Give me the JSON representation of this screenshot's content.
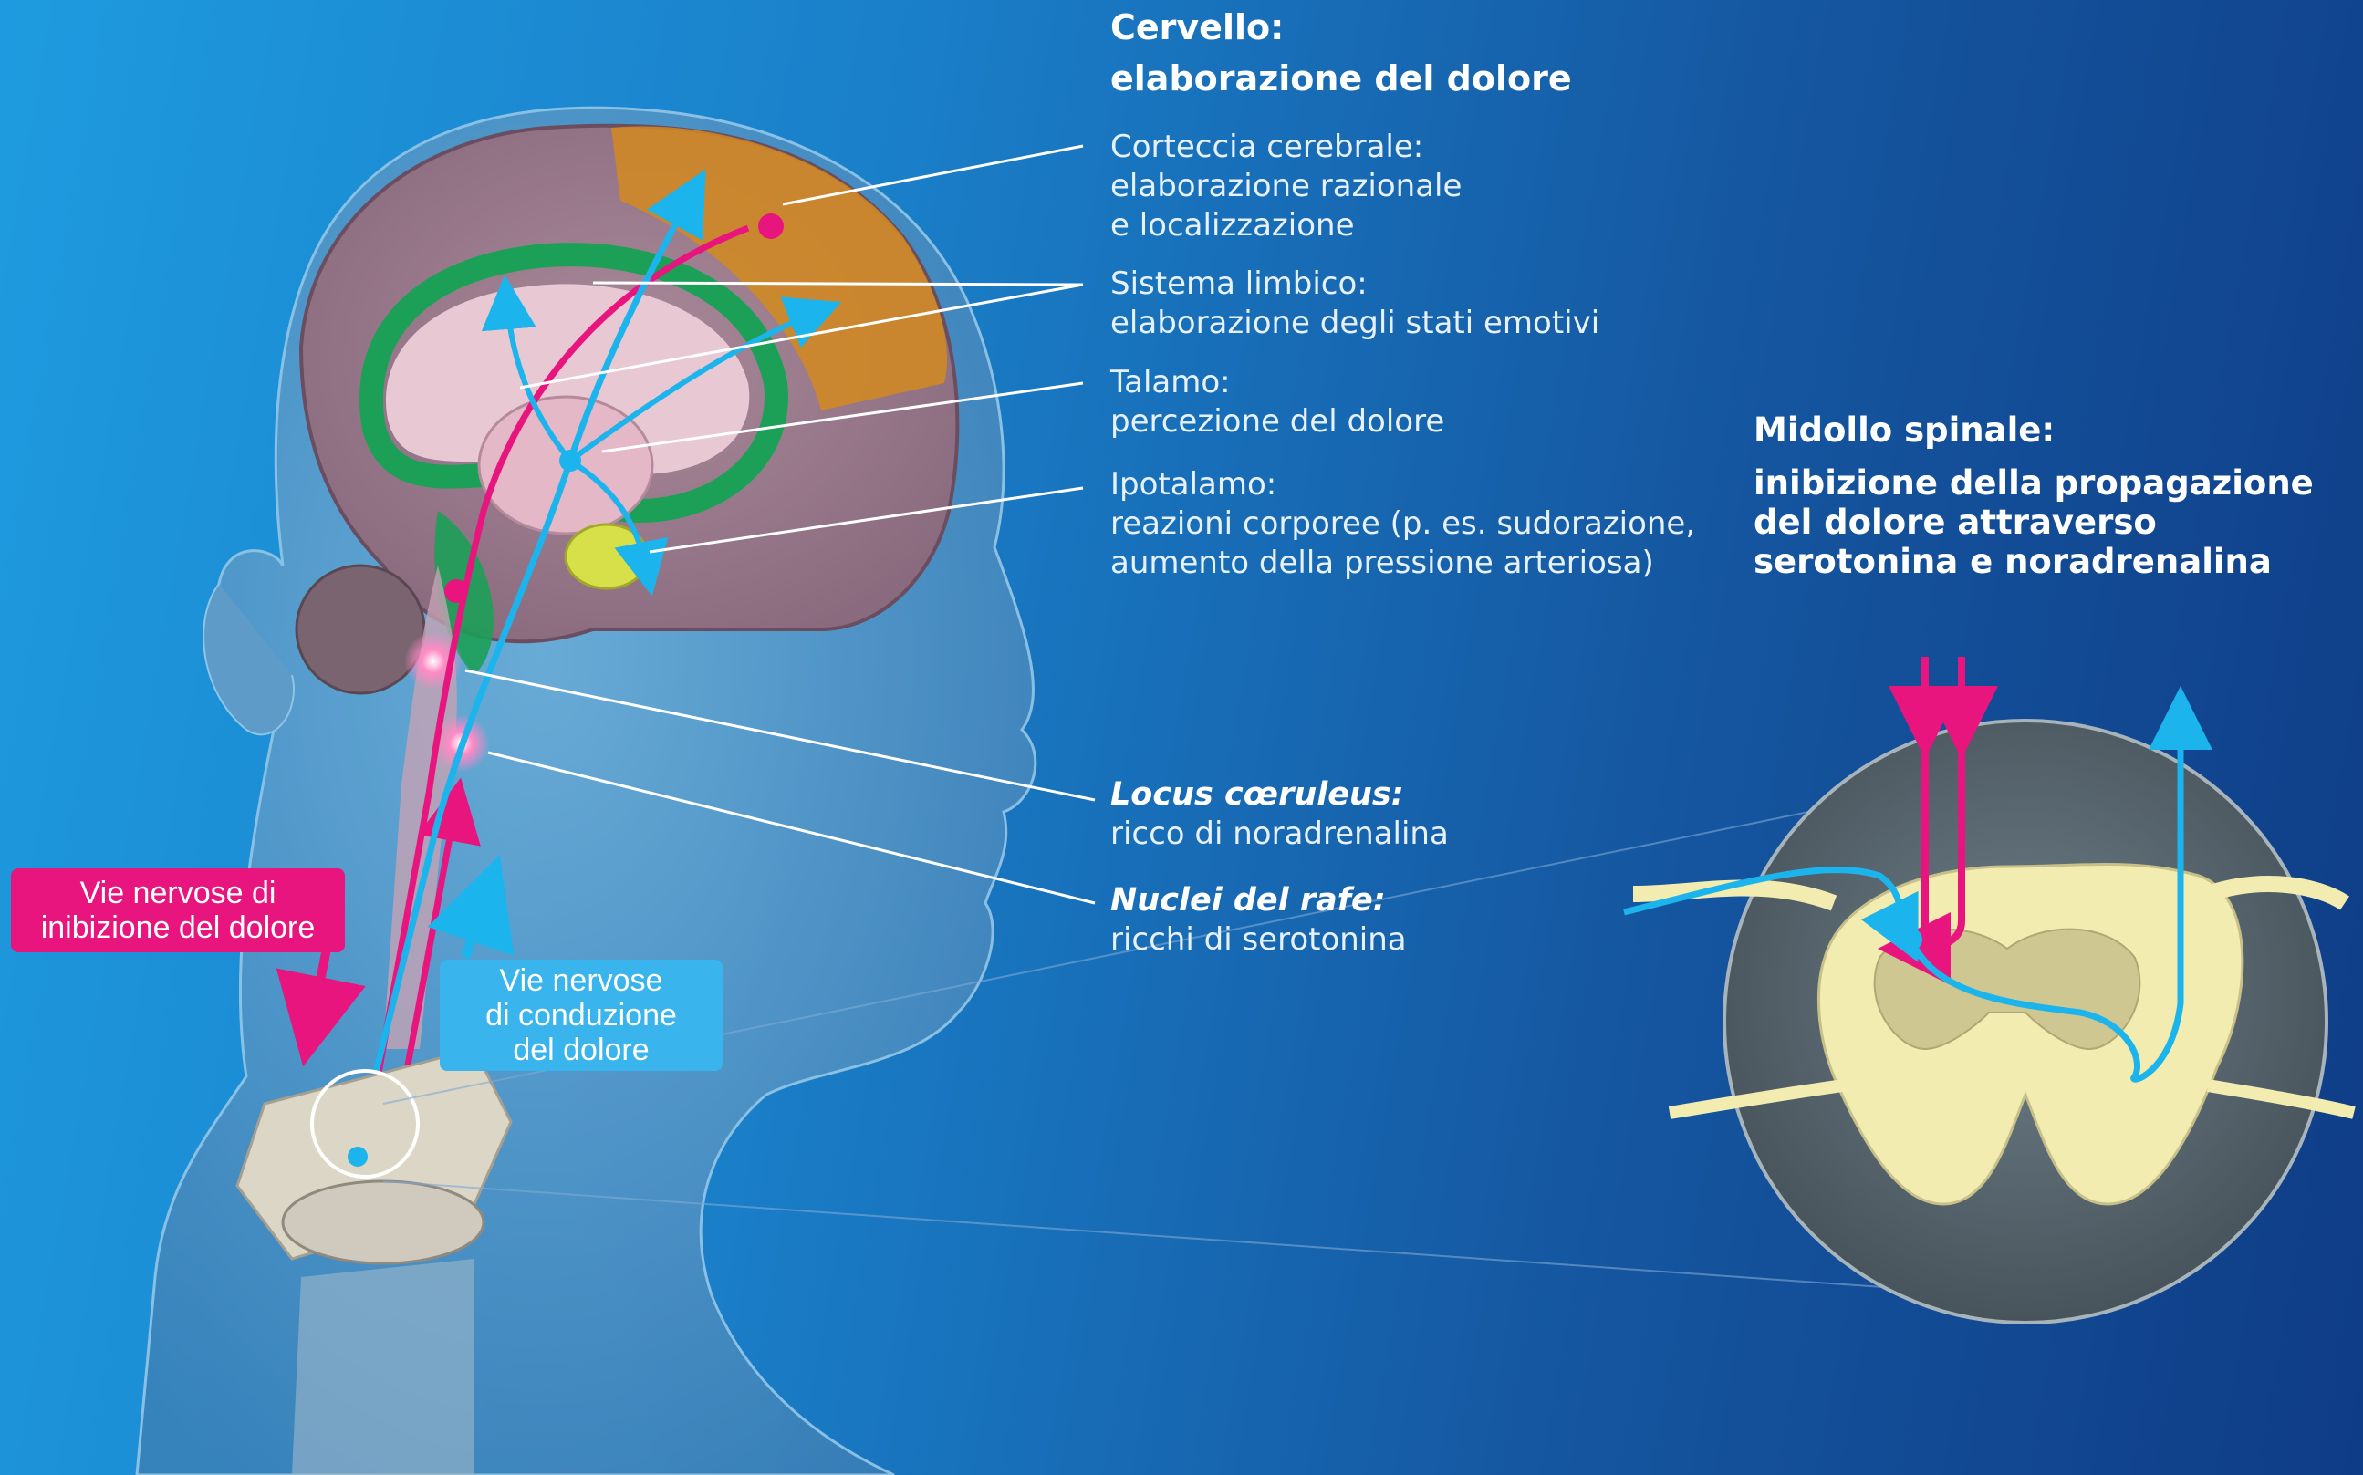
{
  "colors": {
    "pain_pathway": "#e8157e",
    "inhibition_pathway": "#1cb4ec",
    "background_light": "#1e9be0",
    "background_dark": "#0f3c86",
    "cortex_highlight": "#d28a1e",
    "limbic": "#1ca058",
    "spinal_cord": "#f3ecb0"
  },
  "brain_section": {
    "title": "Cervello:",
    "subtitle": "elaborazione del dolore"
  },
  "labels": {
    "cortex": {
      "title": "Corteccia cerebrale:",
      "line1": "elaborazione razionale",
      "line2": "e localizzazione"
    },
    "limbic": {
      "title": "Sistema limbico:",
      "line1": "elaborazione degli stati emotivi"
    },
    "thalamus": {
      "title": "Talamo:",
      "line1": "percezione del dolore"
    },
    "hypothalamus": {
      "title": "Ipotalamo:",
      "line1": "reazioni corporee (p. es. sudorazione,",
      "line2": "aumento della pressione arteriosa)"
    },
    "locus": {
      "title": "Locus cœruleus:",
      "line1": "ricco di noradrenalina"
    },
    "raphe": {
      "title": "Nuclei del rafe:",
      "line1": "ricchi di serotonina"
    }
  },
  "spinal_section": {
    "title": "Midollo spinale:",
    "line1": "inibizione della propagazione",
    "line2": "del dolore attraverso",
    "line3": "serotonina e noradrenalina"
  },
  "callouts": {
    "inhibition": {
      "line1": "Vie nervose di",
      "line2": "inibizione del dolore"
    },
    "conduction": {
      "line1": "Vie nervose",
      "line2": "di conduzione",
      "line3": "del dolore"
    }
  },
  "icons": [
    "head-silhouette",
    "brain-illustration",
    "spinal-cord-cross-section",
    "vertebra"
  ]
}
